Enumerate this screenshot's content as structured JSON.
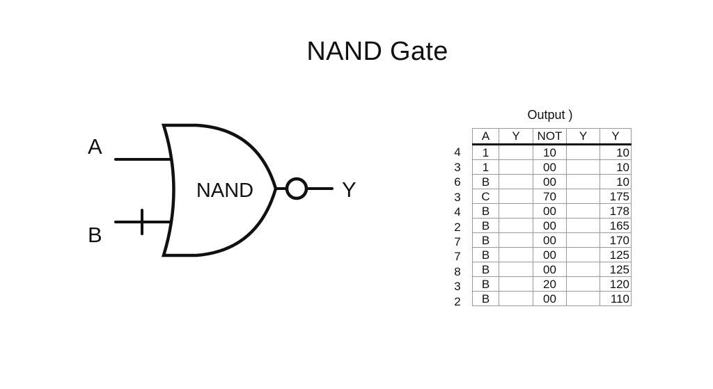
{
  "title": "NAND Gate",
  "gate": {
    "label": "NAND",
    "inputs": [
      {
        "name": "A",
        "marker": "none"
      },
      {
        "name": "B",
        "marker": "tick"
      }
    ],
    "output": {
      "name": "Y",
      "inverted_bubble": true
    }
  },
  "table": {
    "caption": "Output )",
    "headers": [
      "A",
      "Y",
      "NOT",
      "Y",
      "Y"
    ],
    "row_indices": [
      "4",
      "3",
      "6",
      "3",
      "4",
      "2",
      "7",
      "7",
      "8",
      "3",
      "2"
    ],
    "rows": [
      [
        "1",
        "",
        "10",
        "",
        "10"
      ],
      [
        "1",
        "",
        "00",
        "",
        "10"
      ],
      [
        "B",
        "",
        "00",
        "",
        "10"
      ],
      [
        "C",
        "",
        "70",
        "",
        "175"
      ],
      [
        "B",
        "",
        "00",
        "",
        "178"
      ],
      [
        "B",
        "",
        "00",
        "",
        "165"
      ],
      [
        "B",
        "",
        "00",
        "",
        "170"
      ],
      [
        "B",
        "",
        "00",
        "",
        "125"
      ],
      [
        "B",
        "",
        "00",
        "",
        "125"
      ],
      [
        "B",
        "",
        "20",
        "",
        "120"
      ],
      [
        "B",
        "",
        "00",
        "",
        "110"
      ]
    ]
  }
}
